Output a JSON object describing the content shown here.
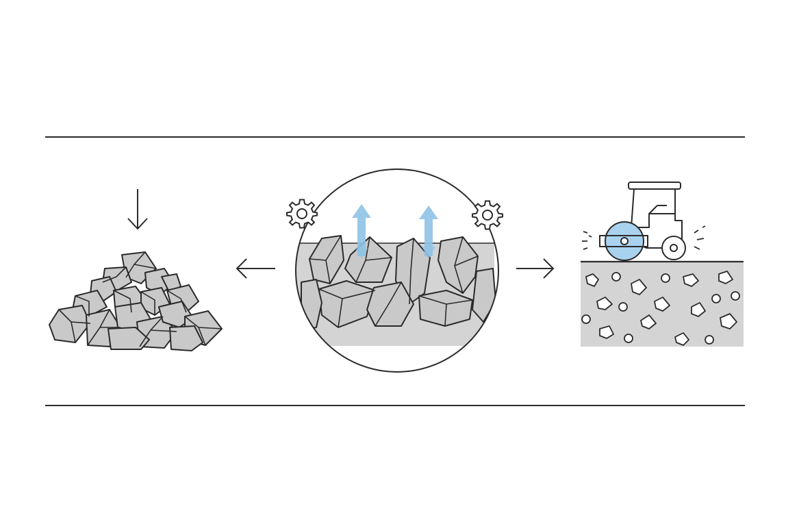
{
  "diagram": {
    "stages": [
      {
        "name": "aggregate-pile",
        "icon": "rock-pile-icon"
      },
      {
        "name": "compaction-process",
        "icon": "compaction-circle-icon"
      },
      {
        "name": "compacted-ground",
        "icon": "road-roller-icon"
      }
    ],
    "flow_arrows": [
      "arrow-left",
      "arrow-right"
    ],
    "colors": {
      "stroke": "#2a2a2a",
      "rock_fill": "#c9c9c9",
      "soil_fill": "#d4d4d4",
      "accent_blue": "#8ec3e6",
      "divider": "#2a2a2a"
    }
  }
}
